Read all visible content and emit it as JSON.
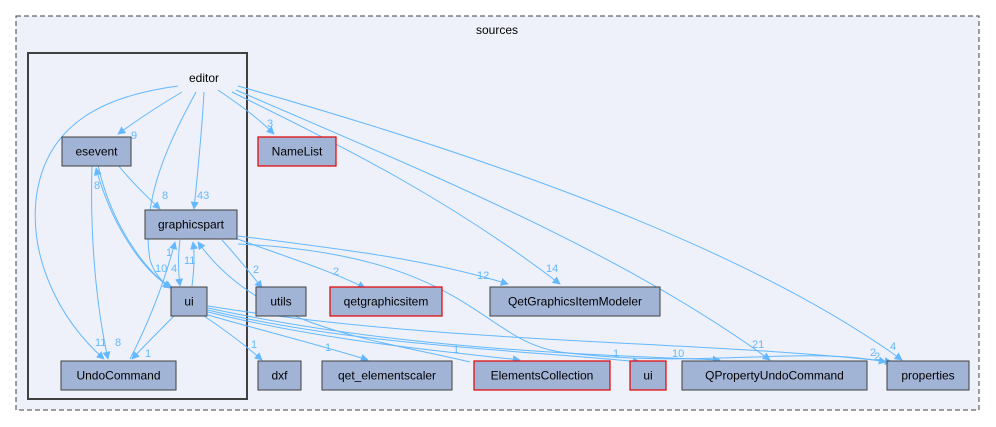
{
  "clusters": {
    "outer_label": "sources",
    "inner_label": "editor"
  },
  "nodes": [
    {
      "id": "esevent",
      "label": "esevent",
      "highlight": false
    },
    {
      "id": "graphicspart",
      "label": "graphicspart",
      "highlight": false
    },
    {
      "id": "ui_inner",
      "label": "ui",
      "highlight": false
    },
    {
      "id": "undocommand",
      "label": "UndoCommand",
      "highlight": false
    },
    {
      "id": "namelist",
      "label": "NameList",
      "highlight": true
    },
    {
      "id": "utils",
      "label": "utils",
      "highlight": false
    },
    {
      "id": "qetgraphicsitem",
      "label": "qetgraphicsitem",
      "highlight": true
    },
    {
      "id": "qgim",
      "label": "QetGraphicsItemModeler",
      "highlight": false
    },
    {
      "id": "dxf",
      "label": "dxf",
      "highlight": false
    },
    {
      "id": "qes",
      "label": "qet_elementscaler",
      "highlight": false
    },
    {
      "id": "elemcoll",
      "label": "ElementsCollection",
      "highlight": true
    },
    {
      "id": "ui_outer",
      "label": "ui",
      "highlight": true
    },
    {
      "id": "qpuc",
      "label": "QPropertyUndoCommand",
      "highlight": false
    },
    {
      "id": "properties",
      "label": "properties",
      "highlight": false
    }
  ],
  "edge_labels": [
    {
      "id": "e-editor-esevent",
      "label": "9"
    },
    {
      "id": "e-editor-namelist",
      "label": "3"
    },
    {
      "id": "e-editor-graphicspart",
      "label": "43"
    },
    {
      "id": "e-esevent-graphicspart",
      "label": "8"
    },
    {
      "id": "e-esevent-undo",
      "label": "8"
    },
    {
      "id": "e-ui-esevent",
      "label": "8"
    },
    {
      "id": "e-editor-ui",
      "label": "10"
    },
    {
      "id": "e-ui-graphicspart",
      "label": "11"
    },
    {
      "id": "e-graphicspart-ui-a",
      "label": "1"
    },
    {
      "id": "e-graphicspart-ui-b",
      "label": "4"
    },
    {
      "id": "e-editor-qgim",
      "label": "14"
    },
    {
      "id": "e-gp-qgim",
      "label": "12"
    },
    {
      "id": "e-gp-utils",
      "label": "2"
    },
    {
      "id": "e-gp-qetgi",
      "label": "2"
    },
    {
      "id": "e-editor-undo",
      "label": "11"
    },
    {
      "id": "e-ui-undo",
      "label": "1"
    },
    {
      "id": "e-ui-dxf",
      "label": "1"
    },
    {
      "id": "e-ui-qes",
      "label": "1"
    },
    {
      "id": "e-ui-elemcoll",
      "label": "1"
    },
    {
      "id": "e-ui-uiouter",
      "label": "1"
    },
    {
      "id": "e-ui-qpuc",
      "label": "10"
    },
    {
      "id": "e-editor-qpuc",
      "label": "21"
    },
    {
      "id": "e-editor-properties",
      "label": "4"
    },
    {
      "id": "e-ui-properties",
      "label": "2"
    },
    {
      "id": "e-gp-properties",
      "label": "2"
    }
  ]
}
